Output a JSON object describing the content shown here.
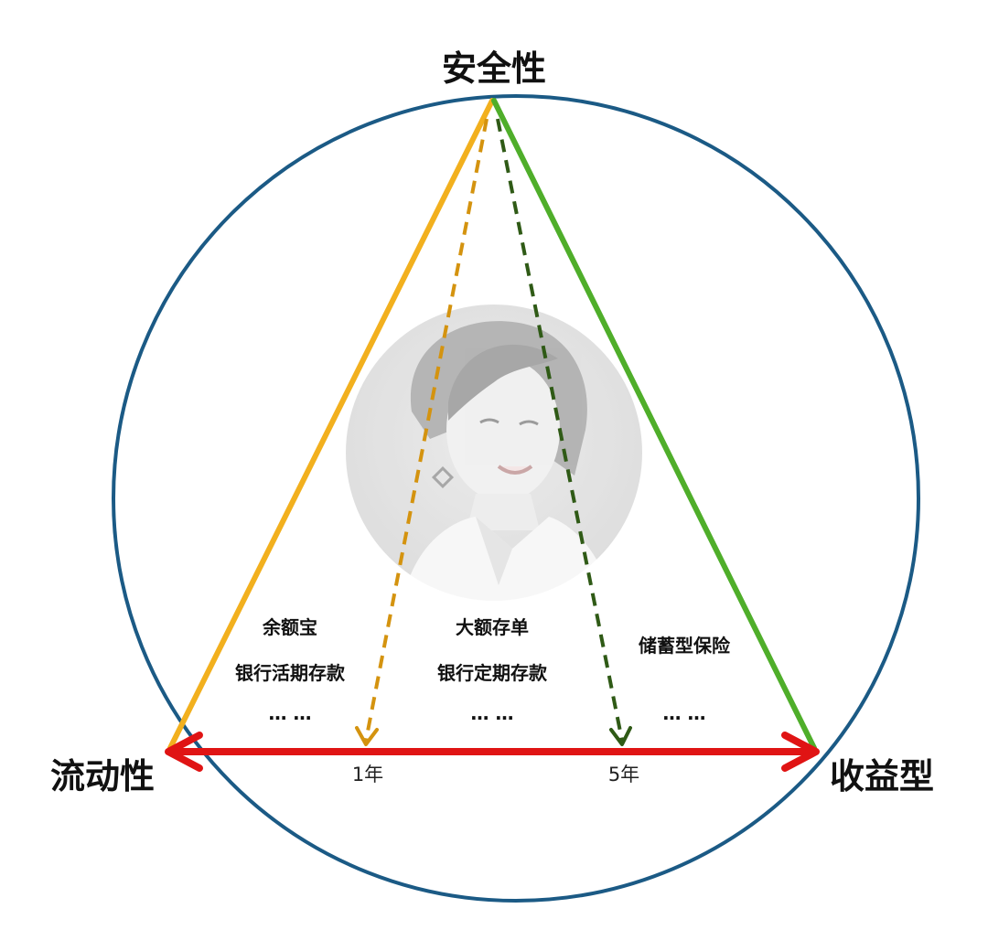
{
  "labels": {
    "top": "安全性",
    "left": "流动性",
    "right": "收益型"
  },
  "axis_ticks": [
    "1年",
    "5年"
  ],
  "groups": [
    {
      "items": [
        "余额宝",
        "银行活期存款",
        "… …"
      ]
    },
    {
      "items": [
        "大额存单",
        "银行定期存款",
        "… …"
      ]
    },
    {
      "items": [
        "储蓄型保险",
        "… …"
      ]
    }
  ],
  "colors": {
    "circle": "#1b5a85",
    "left_edge": "#f2b01e",
    "right_edge": "#4fae2a",
    "base_arrow": "#e01414",
    "dash_1year": "#d4930f",
    "dash_5year": "#2f5a16"
  },
  "center_image": "woman-portrait-photo"
}
